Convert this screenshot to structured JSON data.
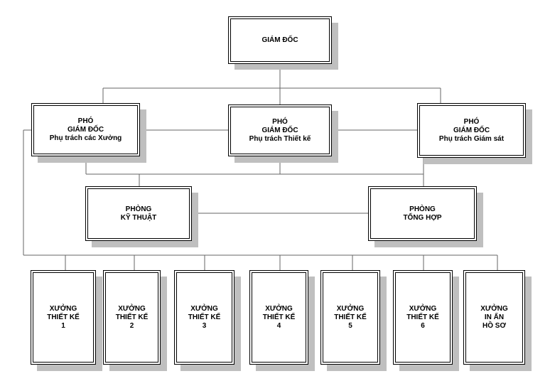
{
  "chart": {
    "director": {
      "lines": [
        "GIÁM ĐỐC"
      ]
    },
    "deputies": [
      {
        "lines": [
          "PHÓ",
          "GIÁM ĐỐC",
          "Phụ trách các Xưởng"
        ]
      },
      {
        "lines": [
          "PHÓ",
          "GIÁM ĐỐC",
          "Phụ trách Thiết kế"
        ]
      },
      {
        "lines": [
          "PHÓ",
          "GIÁM ĐỐC",
          "Phụ trách Giám sát"
        ]
      }
    ],
    "departments": [
      {
        "lines": [
          "PHÒNG",
          "KỸ THUẬT"
        ]
      },
      {
        "lines": [
          "PHÒNG",
          "TỔNG HỢP"
        ]
      }
    ],
    "workshops": [
      {
        "lines": [
          "XƯỞNG",
          "THIẾT KẾ",
          "1"
        ]
      },
      {
        "lines": [
          "XƯỞNG",
          "THIẾT KẾ",
          "2"
        ]
      },
      {
        "lines": [
          "XƯỞNG",
          "THIẾT KẾ",
          "3"
        ]
      },
      {
        "lines": [
          "XƯỞNG",
          "THIẾT KẾ",
          "4"
        ]
      },
      {
        "lines": [
          "XƯỞNG",
          "THIẾT KẾ",
          "5"
        ]
      },
      {
        "lines": [
          "XƯỞNG",
          "THIẾT KẾ",
          "6"
        ]
      },
      {
        "lines": [
          "XƯỞNG",
          "IN ẤN",
          "HỒ SƠ"
        ]
      }
    ]
  }
}
